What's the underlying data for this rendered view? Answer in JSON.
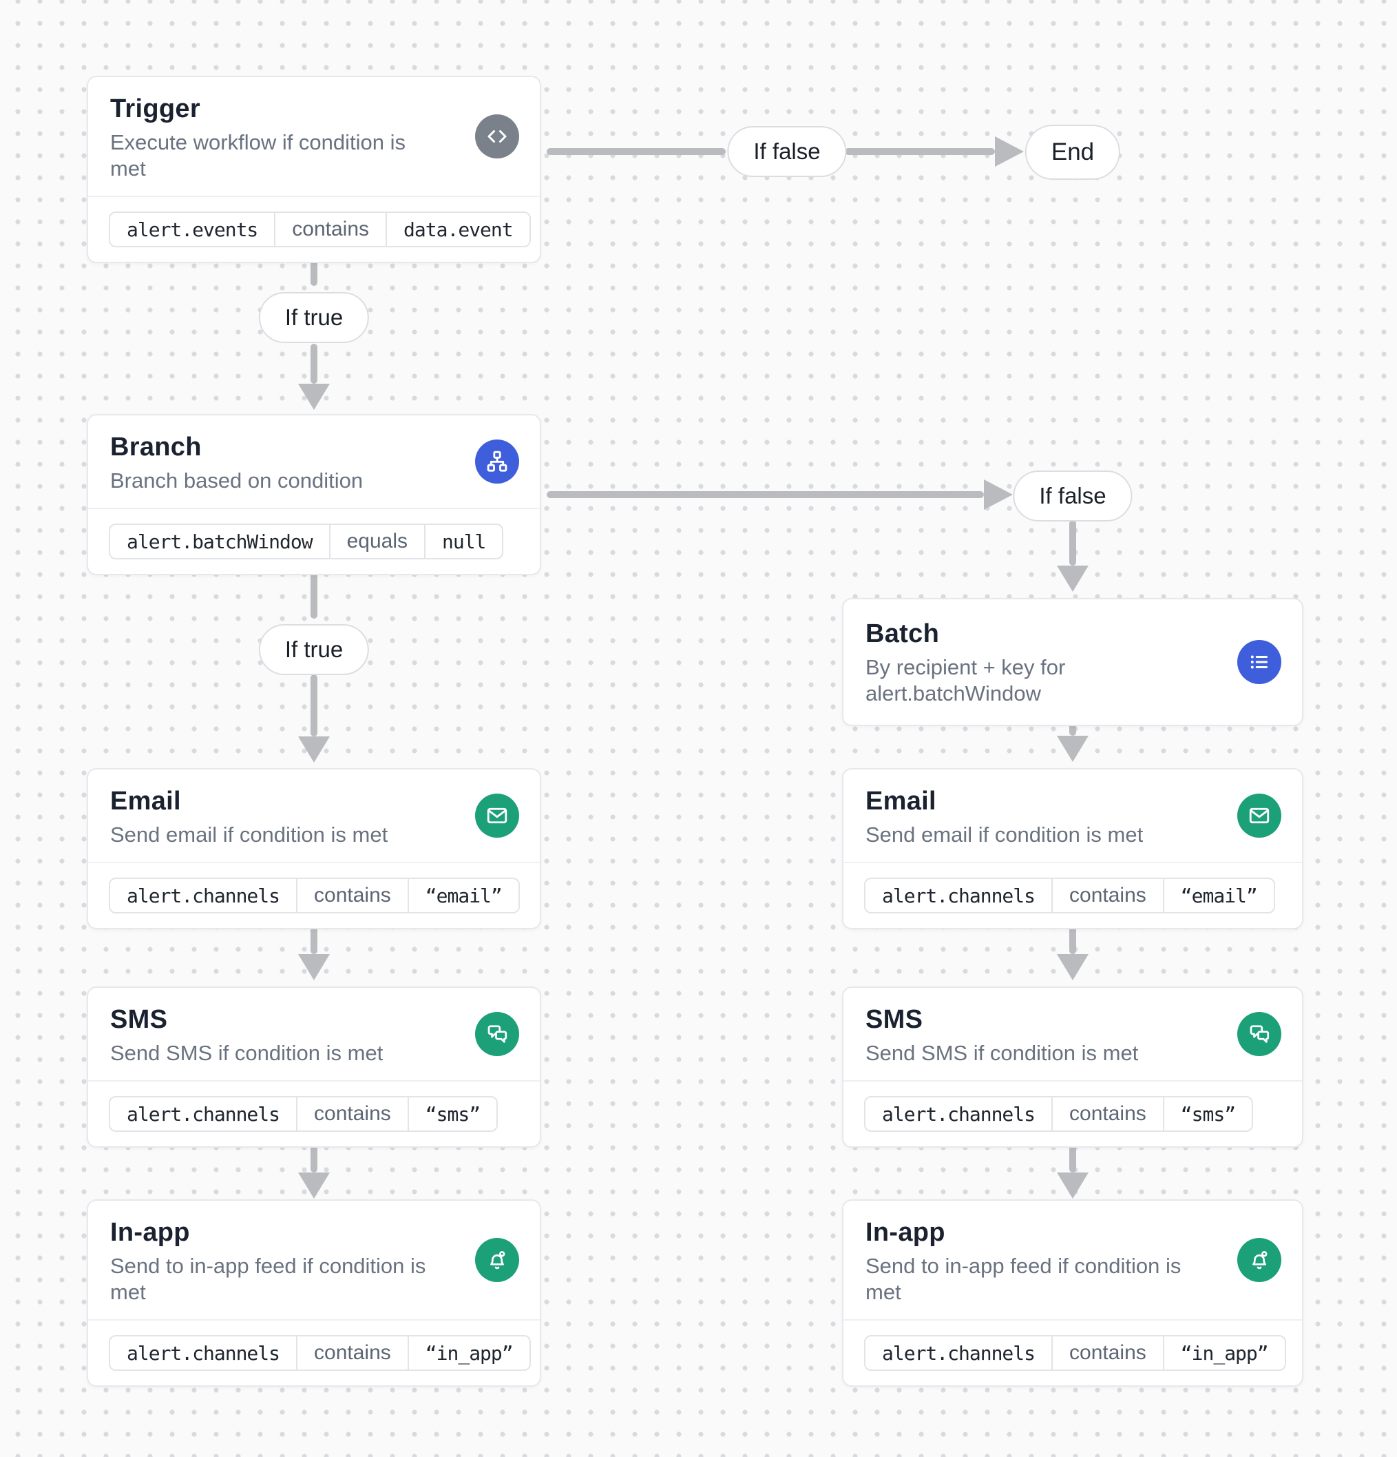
{
  "canvas": {
    "background": "#fafafb",
    "dot_color": "#d9dade",
    "arrow_color": "#b9bbbf",
    "accent_blue": "#3e5edb",
    "accent_green": "#1ca078",
    "accent_gray": "#7b818b"
  },
  "labels": {
    "if_true": "If true",
    "if_false": "If false",
    "end": "End"
  },
  "nodes": {
    "trigger": {
      "title": "Trigger",
      "subtitle": "Execute workflow if condition is met",
      "icon": "code-icon",
      "condition": {
        "field": "alert.events",
        "operator": "contains",
        "value": "data.event"
      }
    },
    "branch": {
      "title": "Branch",
      "subtitle": "Branch based on condition",
      "icon": "sitemap-icon",
      "condition": {
        "field": "alert.batchWindow",
        "operator": "equals",
        "value": "null"
      }
    },
    "batch": {
      "title": "Batch",
      "subtitle": "By recipient + key for alert.batchWindow",
      "icon": "list-icon"
    },
    "email": {
      "title": "Email",
      "subtitle": "Send email if condition is met",
      "icon": "mail-icon",
      "condition": {
        "field": "alert.channels",
        "operator": "contains",
        "value": "“email”"
      }
    },
    "sms": {
      "title": "SMS",
      "subtitle": "Send SMS if condition is met",
      "icon": "chat-bubbles-icon",
      "condition": {
        "field": "alert.channels",
        "operator": "contains",
        "value": "“sms”"
      }
    },
    "in_app": {
      "title": "In-app",
      "subtitle": "Send to in-app feed if condition is met",
      "icon": "bell-dot-icon",
      "condition": {
        "field": "alert.channels",
        "operator": "contains",
        "value": "“in_app”"
      }
    }
  }
}
